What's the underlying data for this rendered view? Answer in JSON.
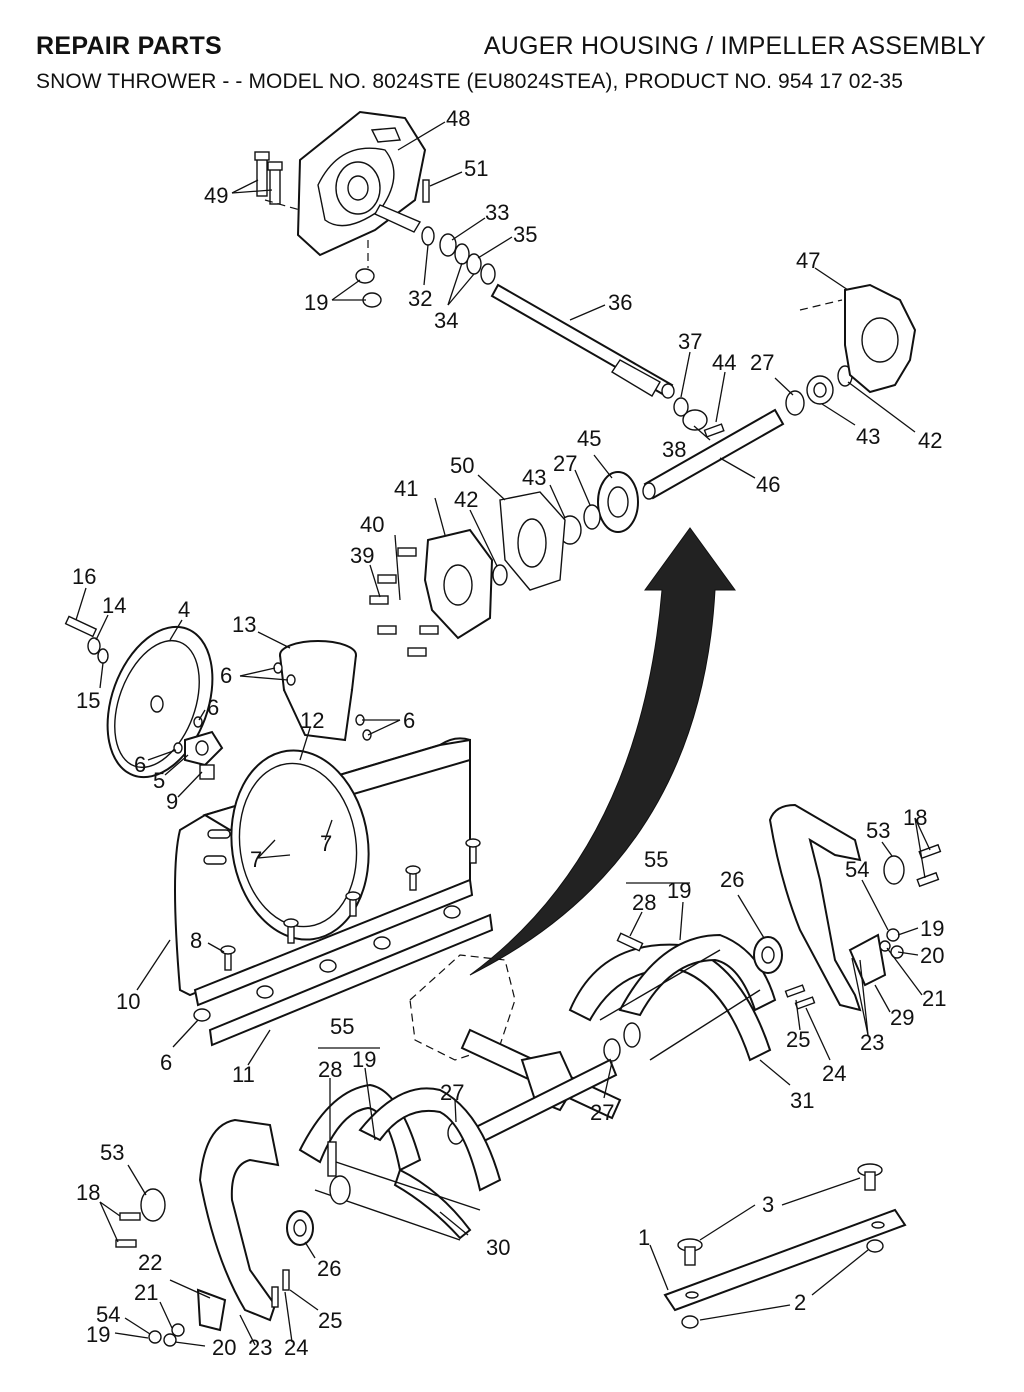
{
  "header": {
    "left_title": "REPAIR PARTS",
    "right_title": "AUGER HOUSING / IMPELLER ASSEMBLY",
    "subtitle": "SNOW THROWER - - MODEL NO. 8024STE (EU8024STEA), PRODUCT NO. 954 17 02-35"
  },
  "callouts": {
    "c48": "48",
    "c49": "49",
    "c51": "51",
    "c33": "33",
    "c35": "35",
    "c19a": "19",
    "c32": "32",
    "c34": "34",
    "c36": "36",
    "c47": "47",
    "c37": "37",
    "c44": "44",
    "c27a": "27",
    "c38": "38",
    "c43a": "43",
    "c42a": "42",
    "c46": "46",
    "c45": "45",
    "c27b": "27",
    "c43b": "43",
    "c50": "50",
    "c41": "41",
    "c42b": "42",
    "c40": "40",
    "c39": "39",
    "c16": "16",
    "c14": "14",
    "c4": "4",
    "c15": "15",
    "c13": "13",
    "c6a": "6",
    "c6b": "6",
    "c6c": "6",
    "c12": "12",
    "c6d": "6",
    "c5": "5",
    "c9": "9",
    "c7a": "7",
    "c7b": "7",
    "c8": "8",
    "c10": "10",
    "c6e": "6",
    "c11": "11",
    "c55a": "55",
    "c28a": "28",
    "c19b": "19",
    "c26a": "26",
    "c53a": "53",
    "c18a": "18",
    "c54a": "54",
    "c19c": "19",
    "c20a": "20",
    "c21a": "21",
    "c29": "29",
    "c23a": "23",
    "c25a": "25",
    "c24a": "24",
    "c31": "31",
    "c27c": "27",
    "c55b": "55",
    "c28b": "28",
    "c19d": "19",
    "c27d": "27",
    "c53b": "53",
    "c18b": "18",
    "c30": "30",
    "c26b": "26",
    "c22": "22",
    "c25b": "25",
    "c21b": "21",
    "c54b": "54",
    "c19e": "19",
    "c20b": "20",
    "c23b": "23",
    "c24b": "24",
    "c1": "1",
    "c3": "3",
    "c2": "2"
  }
}
